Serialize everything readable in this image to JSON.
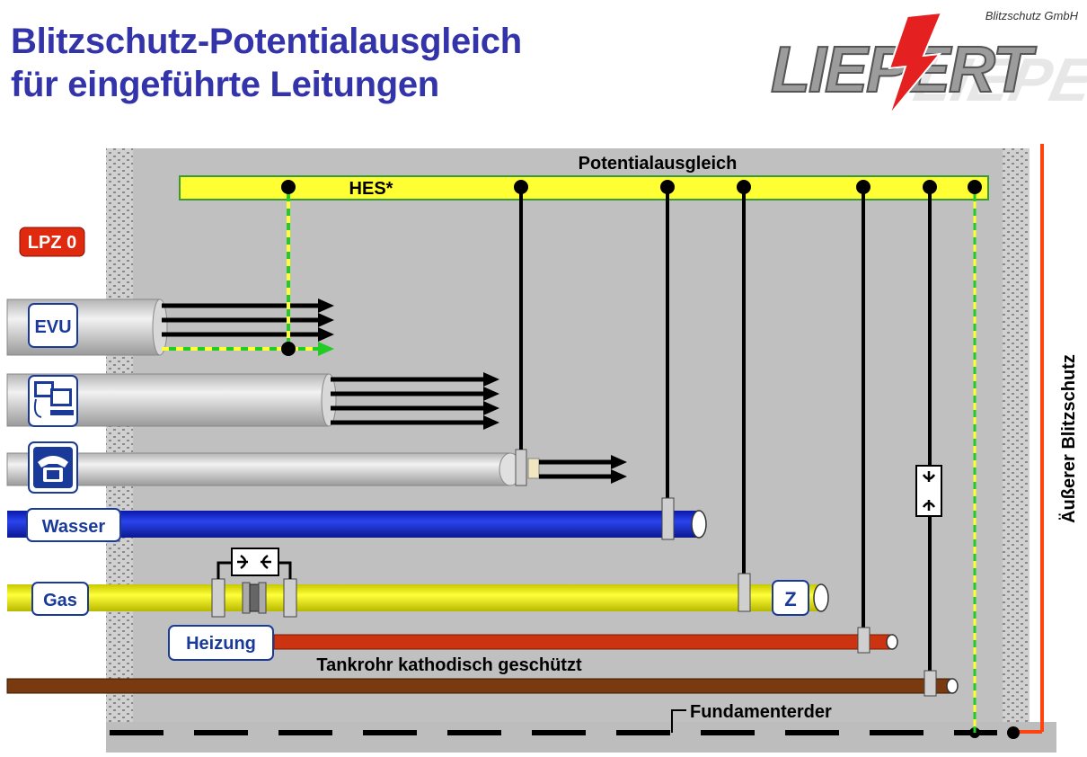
{
  "title": {
    "line1": "Blitzschutz-Potentialausgleich",
    "line2": "für eingeführte Leitungen"
  },
  "logo": {
    "name": "LIEPERT",
    "subtitle": "Blitzschutz GmbH"
  },
  "zone_badge": "LPZ 0",
  "bar": {
    "heading": "Potentialausgleich",
    "label": "HES*"
  },
  "lines": {
    "evu": "EVU",
    "it_icon": "computer-icon",
    "phone_icon": "telephone-icon",
    "wasser": "Wasser",
    "gas": "Gas",
    "meter": "Z",
    "heizung": "Heizung",
    "tank": "Tankrohr kathodisch geschützt"
  },
  "earth": "Fundamenterder",
  "outer": "Äußerer Blitzschutz",
  "colors": {
    "title": "#3333aa",
    "room": "#c0c0c0",
    "bar": "#ffff33",
    "water": "#1a2ed0",
    "gas": "#e8e820",
    "heating": "#cc3311",
    "tank": "#7a3a10",
    "lightning": "#ff4410",
    "badge": "#e02a10"
  }
}
